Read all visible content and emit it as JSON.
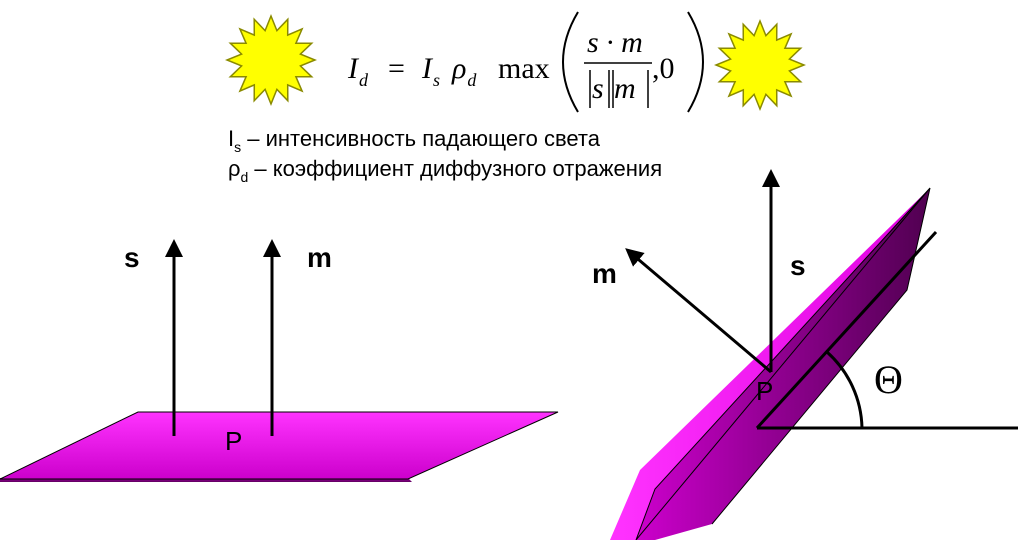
{
  "formula": {
    "lhs": "I",
    "lhs_sub": "d",
    "equals": "=",
    "is": "I",
    "is_sub": "s",
    "rho": "ρ",
    "rho_sub": "d",
    "max": "max",
    "numerator": "s · m",
    "denominator_s": "s",
    "denominator_m": "m",
    "zero": ",0"
  },
  "captions": {
    "line1_symbol": "I",
    "line1_sub": "s",
    "line1_text": " – интенсивность падающего света",
    "line2_symbol": "ρ",
    "line2_sub": "d",
    "line2_text": " – коэффициент диффузного отражения"
  },
  "left_diagram": {
    "s_label": "s",
    "m_label": "m",
    "point_label": "P"
  },
  "right_diagram": {
    "m_label": "m",
    "s_label": "s",
    "point_label": "P",
    "angle_label": "Θ"
  },
  "colors": {
    "sun_fill": "#ffff00",
    "sun_stroke": "#999900",
    "plane_top": "#ff00ff",
    "plane_side": "#800080",
    "arrow": "#000000"
  },
  "icons": [
    "sun-icon",
    "sun-icon"
  ]
}
